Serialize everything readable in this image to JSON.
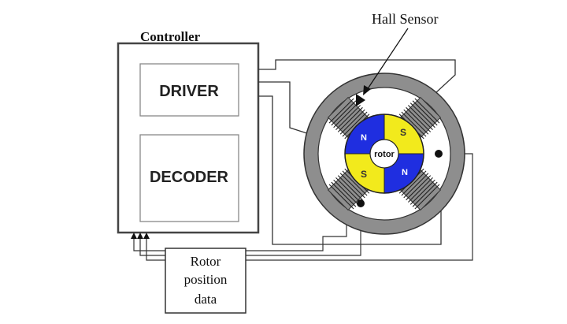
{
  "labels": {
    "controller": "Controller",
    "driver": "DRIVER",
    "decoder": "DECODER",
    "hall_sensor": "Hall Sensor",
    "rotor": "rotor",
    "rotor_position_line1": "Rotor",
    "rotor_position_line2": "position",
    "rotor_position_line3": "data"
  },
  "poles": {
    "north": "N",
    "south": "S"
  },
  "colors": {
    "north_pole": "#1f2ee0",
    "south_pole": "#f2ea1c",
    "stator": "#8e8e8e",
    "line": "#222222"
  }
}
